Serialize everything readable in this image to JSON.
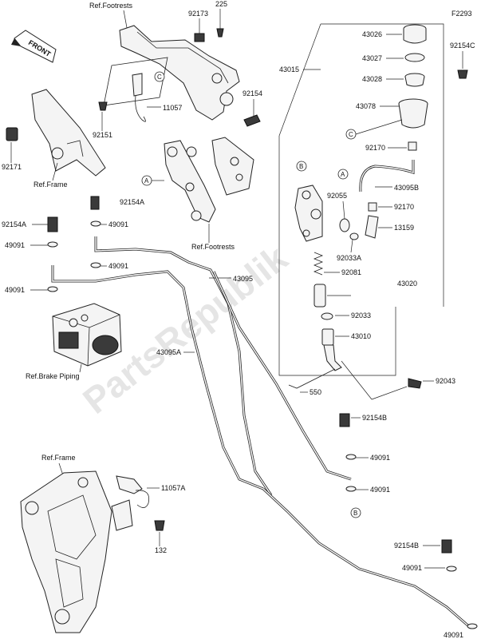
{
  "diagram": {
    "code": "F2293",
    "front_label": "FRONT",
    "watermark": "PartsRepublik",
    "refs": {
      "footrests_top": "Ref.Footrests",
      "footrests_mid": "Ref.Footrests",
      "frame_top": "Ref.Frame",
      "frame_bottom": "Ref.Frame",
      "brake_piping": "Ref.Brake Piping"
    },
    "parts": {
      "p92173": "92173",
      "p225": "225",
      "p11057": "11057",
      "p92151": "92151",
      "p92171": "92171",
      "p92154": "92154",
      "p92154A": "92154A",
      "p92154A_2": "92154A",
      "p49091_a": "49091",
      "p49091_b": "49091",
      "p49091_c": "49091",
      "p49091_d": "49091",
      "p43095": "43095",
      "p43095A": "43095A",
      "p43015": "43015",
      "p43026": "43026",
      "p43027": "43027",
      "p43028": "43028",
      "p43078": "43078",
      "p92154C": "92154C",
      "p92170_a": "92170",
      "p43095B": "43095B",
      "p92055": "92055",
      "p92170_b": "92170",
      "p13159": "13159",
      "p92033A": "92033A",
      "p92081": "92081",
      "p43020": "43020",
      "p92033": "92033",
      "p43010": "43010",
      "p550": "550",
      "p92043": "92043",
      "p92154B_a": "92154B",
      "p49091_e": "49091",
      "p49091_f": "49091",
      "p11057A": "11057A",
      "p132": "132",
      "p92154B_b": "92154B",
      "p49091_g": "49091",
      "p49091_h": "49091"
    },
    "markers": {
      "a": "A",
      "b": "B",
      "c": "C"
    }
  }
}
